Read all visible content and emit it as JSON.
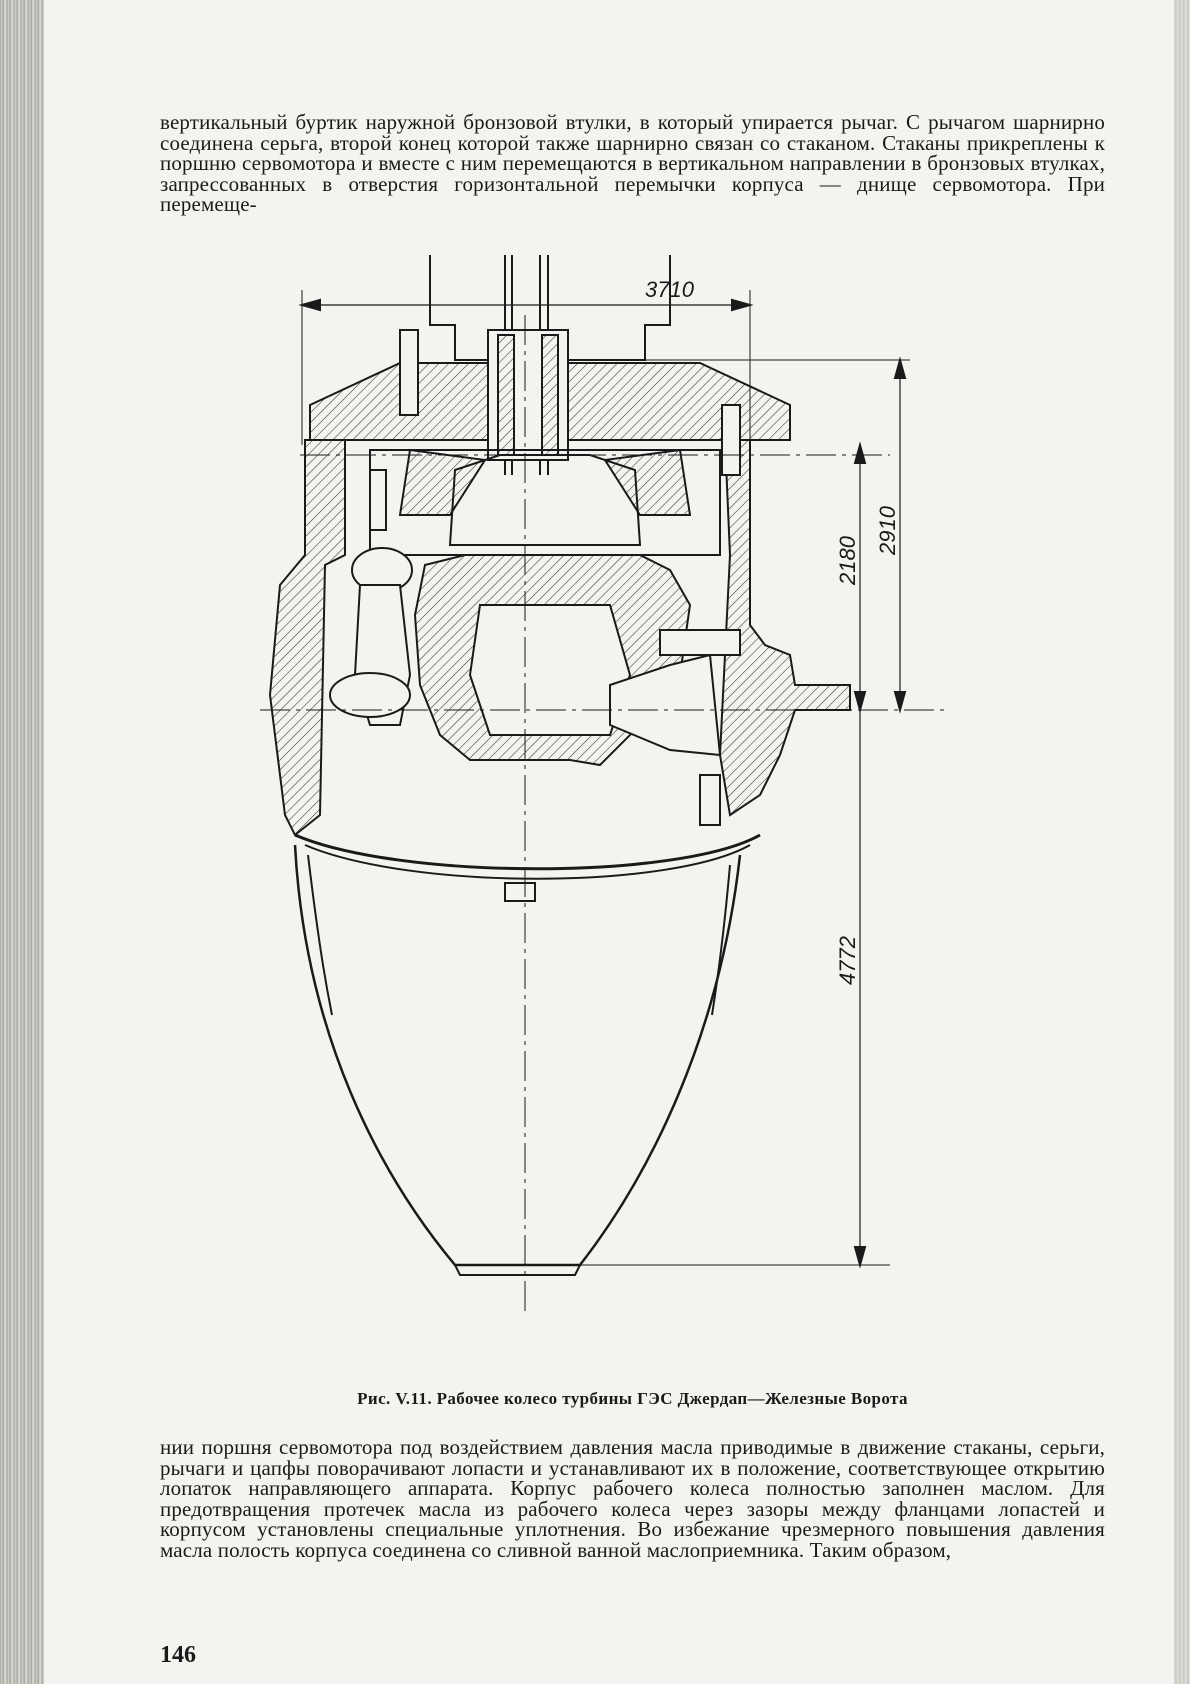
{
  "page": {
    "top_paragraph": "вертикальный буртик наружной бронзовой втулки, в который упирается рычаг. С рычагом шарнирно соединена серьга, второй конец которой также шарнирно связан со стаканом. Стаканы прикреплены к поршню сервомотора и вместе с ним перемещаются в вертикальном направлении в бронзовых втулках, запрессованных в отверстия горизонтальной перемычки корпуса — днище сервомотора. При перемеще-",
    "figure_caption": "Рис. V.11. Рабочее колесо турбины ГЭС Джердап—Железные Ворота",
    "bottom_paragraph": "нии поршня сервомотора под воздействием давления масла приводимые в движение стаканы, серьги, рычаги и цапфы поворачивают лопасти и устанавливают их в положение, соответствующее открытию лопаток направляющего аппарата. Корпус рабочего колеса полностью заполнен маслом. Для предотвращения протечек масла из рабочего колеса через зазоры между фланцами лопастей и корпусом установлены специальные уплотнения. Во избежание чрезмерного повышения давления масла полость корпуса соединена со сливной ванной маслоприемника. Таким образом,",
    "page_number": "146"
  },
  "figure": {
    "dimensions": {
      "width_top": "3710",
      "height_upper": "2910",
      "height_mid": "2180",
      "height_lower": "4772"
    }
  }
}
